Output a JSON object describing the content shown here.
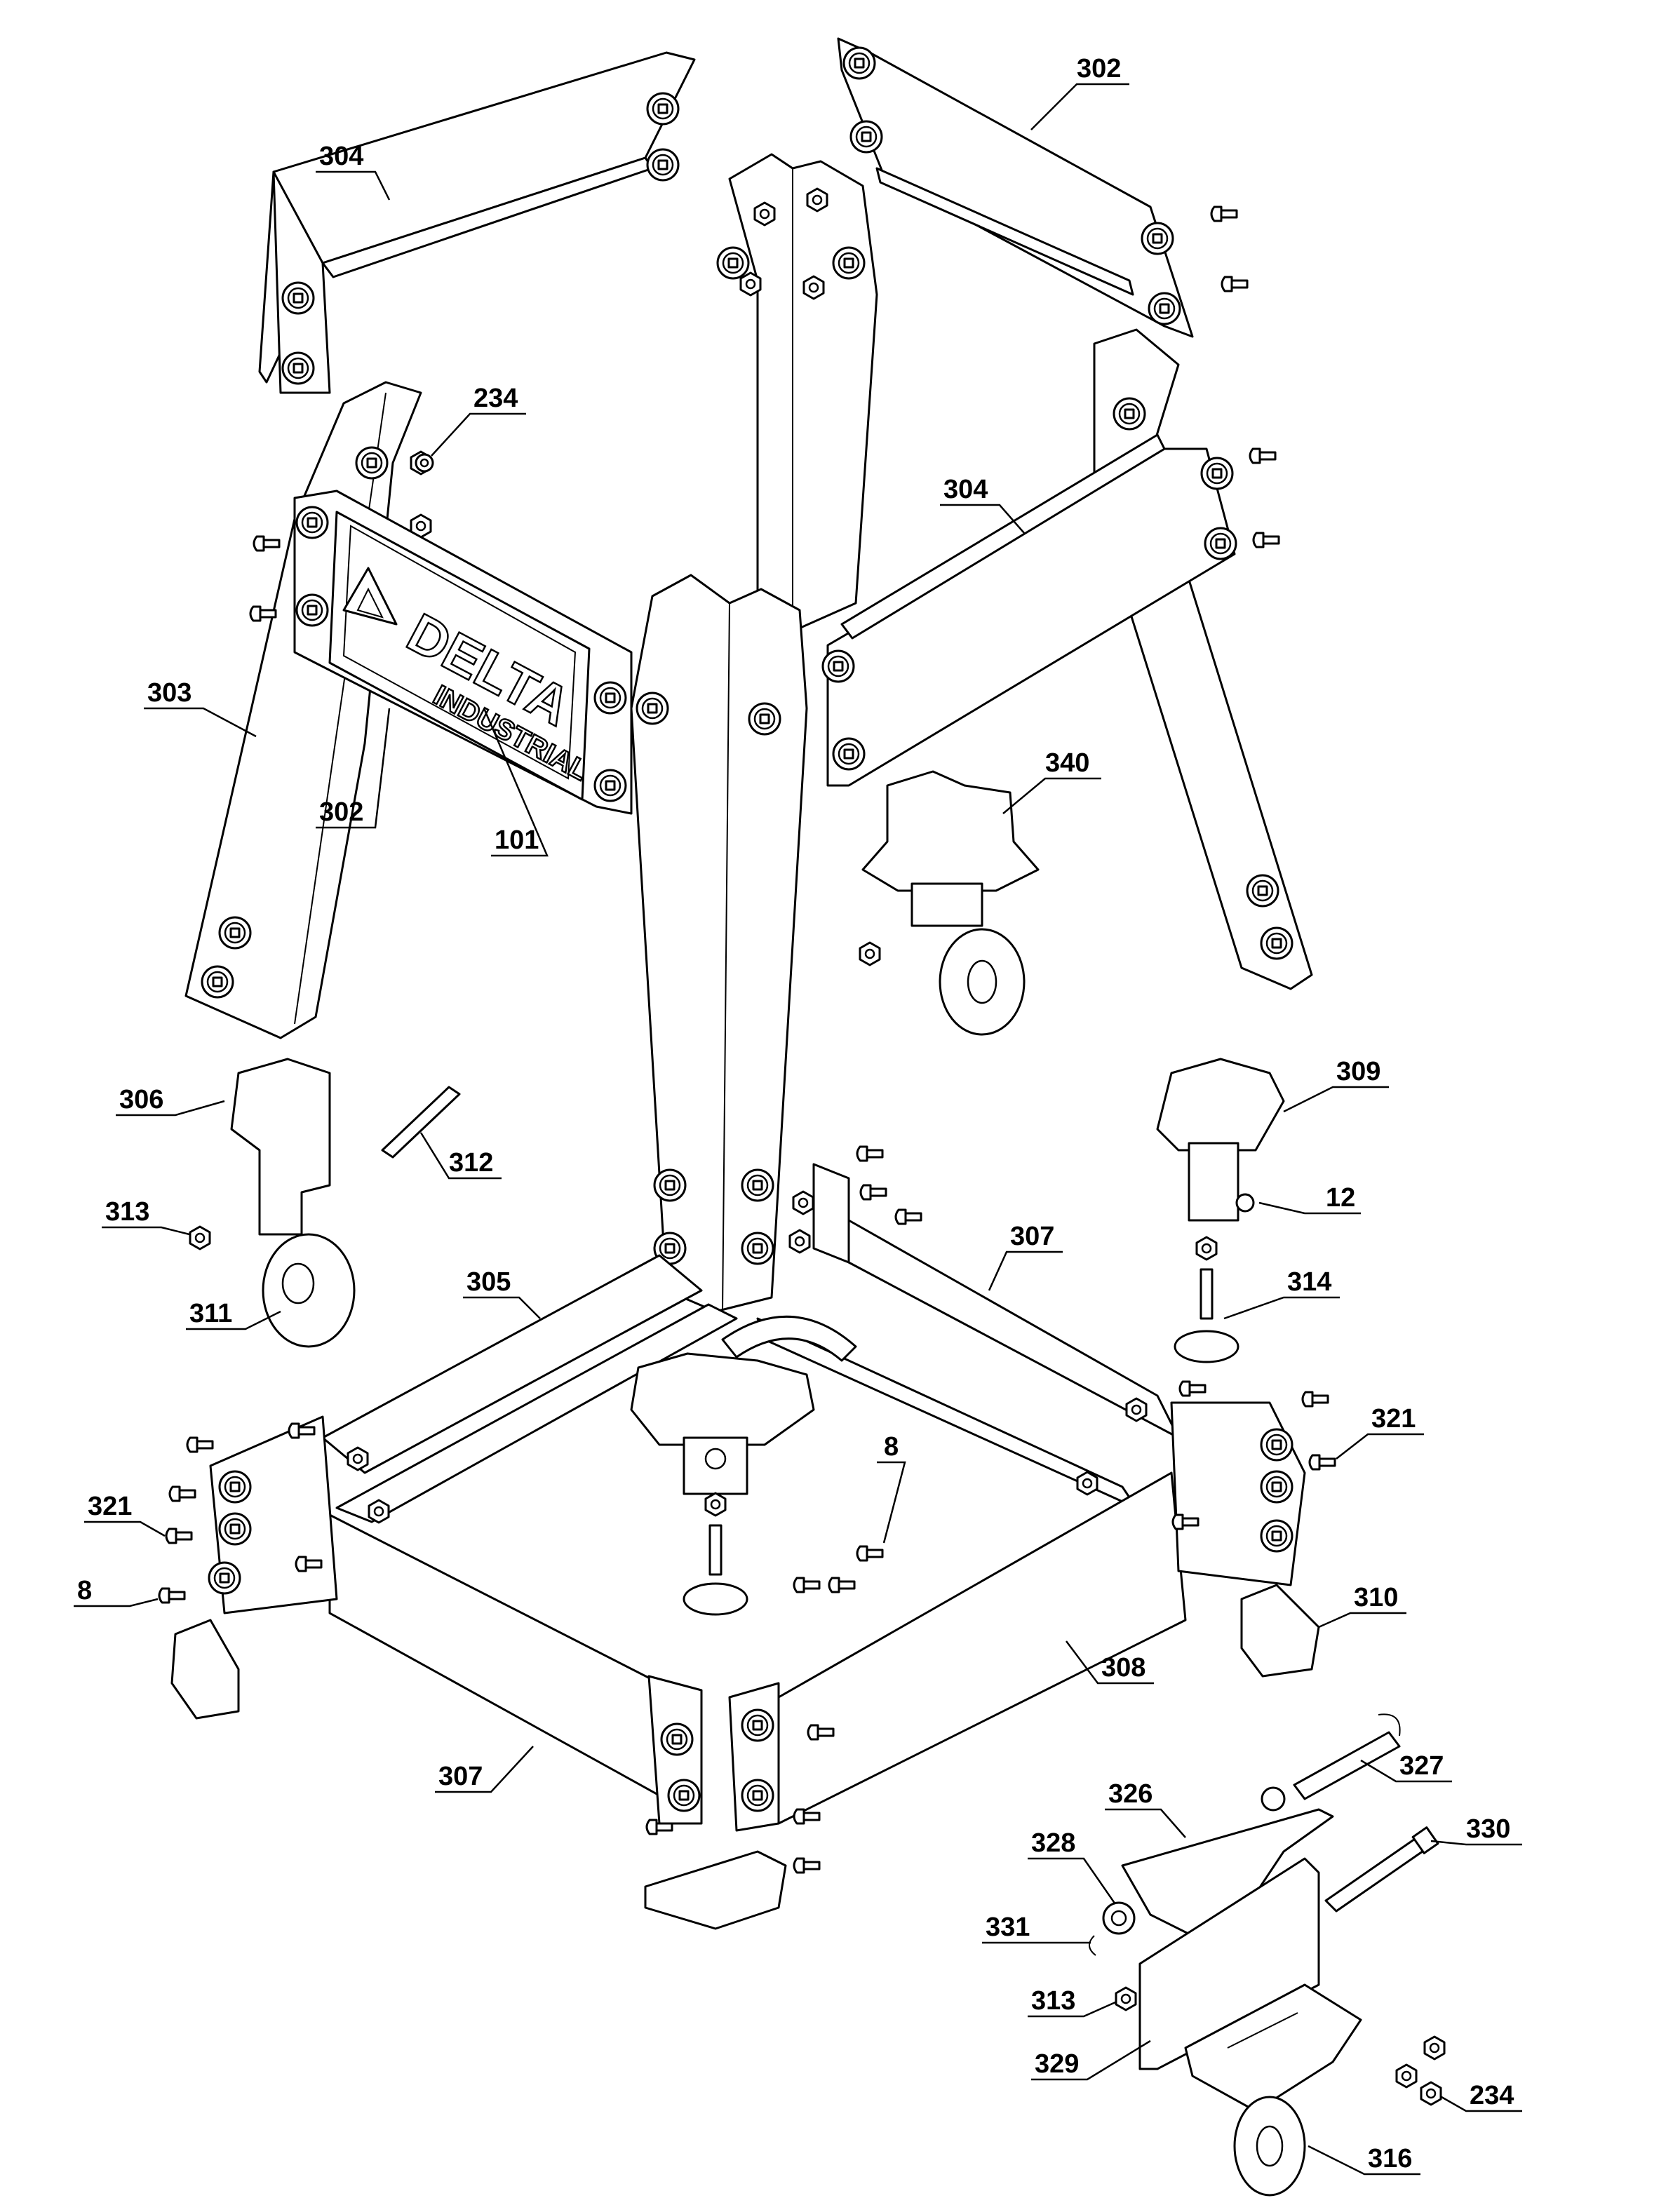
{
  "diagram": {
    "logo": {
      "brand": "DELTA",
      "sub": "INDUSTRIAL"
    },
    "callouts": [
      {
        "id": "c304a",
        "label": "304"
      },
      {
        "id": "c302a",
        "label": "302"
      },
      {
        "id": "c234a",
        "label": "234"
      },
      {
        "id": "c304b",
        "label": "304"
      },
      {
        "id": "c303",
        "label": "303"
      },
      {
        "id": "c302b",
        "label": "302"
      },
      {
        "id": "c101",
        "label": "101"
      },
      {
        "id": "c340",
        "label": "340"
      },
      {
        "id": "c306",
        "label": "306"
      },
      {
        "id": "c312",
        "label": "312"
      },
      {
        "id": "c313a",
        "label": "313"
      },
      {
        "id": "c311",
        "label": "311"
      },
      {
        "id": "c309",
        "label": "309"
      },
      {
        "id": "c12",
        "label": "12"
      },
      {
        "id": "c307a",
        "label": "307"
      },
      {
        "id": "c305",
        "label": "305"
      },
      {
        "id": "c314",
        "label": "314"
      },
      {
        "id": "c321a",
        "label": "321"
      },
      {
        "id": "c8a",
        "label": "8"
      },
      {
        "id": "c321b",
        "label": "321"
      },
      {
        "id": "c8b",
        "label": "8"
      },
      {
        "id": "c310",
        "label": "310"
      },
      {
        "id": "c308",
        "label": "308"
      },
      {
        "id": "c307b",
        "label": "307"
      },
      {
        "id": "c327",
        "label": "327"
      },
      {
        "id": "c326",
        "label": "326"
      },
      {
        "id": "c330",
        "label": "330"
      },
      {
        "id": "c328",
        "label": "328"
      },
      {
        "id": "c331",
        "label": "331"
      },
      {
        "id": "c313b",
        "label": "313"
      },
      {
        "id": "c329",
        "label": "329"
      },
      {
        "id": "c234b",
        "label": "234"
      },
      {
        "id": "c316",
        "label": "316"
      }
    ]
  }
}
